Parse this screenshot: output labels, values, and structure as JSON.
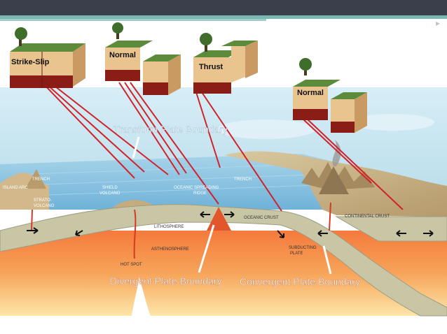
{
  "labels": {
    "strike_slip": "Strike-Slip",
    "normal_1": "Normal",
    "thrust": "Thrust",
    "normal_2": "Normal",
    "transform": "Transform Plate Boundary",
    "divergent": "Divergent Plate Boundary",
    "convergent": "Convergent Plate Boundary",
    "trench_left": "TRENCH",
    "island_arc": "ISLAND ARC",
    "strato_volcano": "STRATO-\nVOLCANO",
    "shield_volcano": "SHIELD\nVOLCANO",
    "oceanic_spreading_ridge": "OCEANIC SPREADING\nRIDGE",
    "trench_right": "TRENCH",
    "oceanic_crust": "OCEANIC CRUST",
    "continental_crust": "CONTINENTAL CRUST",
    "lithosphere": "LITHOSPHERE",
    "asthenosphere": "ASTHENOSPHERE",
    "hot_spot": "HOT SPOT",
    "subducting_plate": "SUBDUCTING\nPLATE"
  },
  "colors": {
    "sky": "#bfe0ef",
    "ocean": "#8cc5e3",
    "lithosphere": "#c9c6a6",
    "asthenosphere": "#f58a4e",
    "mantle_light": "#fbd48a",
    "callout_line": "#d1222a",
    "block_top": "#5c8c3b",
    "block_side": "#e9c48f",
    "block_dark": "#8a1d15"
  }
}
